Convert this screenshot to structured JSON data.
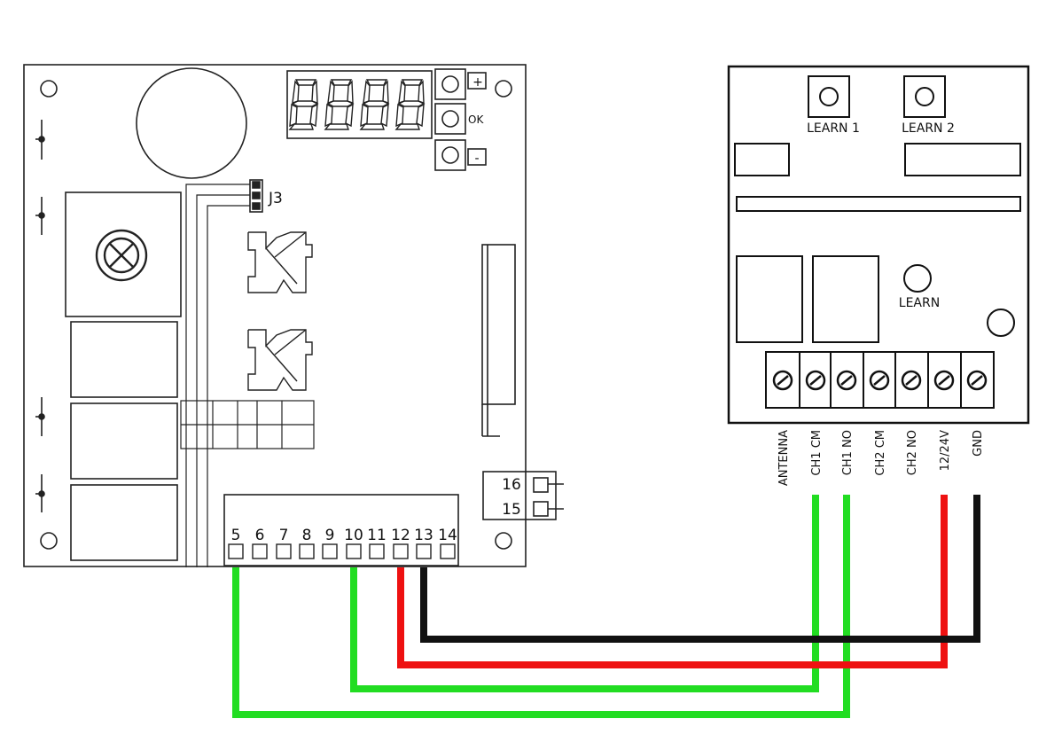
{
  "controller": {
    "buttons": {
      "plus": "+",
      "ok": "OK",
      "minus": "-"
    },
    "jumper": "J3",
    "side_terminals": [
      "16",
      "15"
    ],
    "terminals": [
      "5",
      "6",
      "7",
      "8",
      "9",
      "10",
      "11",
      "12",
      "13",
      "14"
    ]
  },
  "receiver": {
    "learn_buttons": [
      "LEARN 1",
      "LEARN 2"
    ],
    "learn_label": "LEARN",
    "terminals": [
      "ANTENNA",
      "CH1 CM",
      "CH1 NO",
      "CH2 CM",
      "CH2 NO",
      "12/24V",
      "GND"
    ]
  },
  "wires": [
    {
      "from": "5",
      "to": "CH1 NO",
      "color": "#22dd22"
    },
    {
      "from": "10",
      "to": "CH1 CM",
      "color": "#22dd22"
    },
    {
      "from": "12",
      "to": "12/24V",
      "color": "#ee1111"
    },
    {
      "from": "13",
      "to": "GND",
      "color": "#111111"
    }
  ],
  "colors": {
    "green": "#22dd22",
    "red": "#ee1111",
    "black": "#111111"
  }
}
